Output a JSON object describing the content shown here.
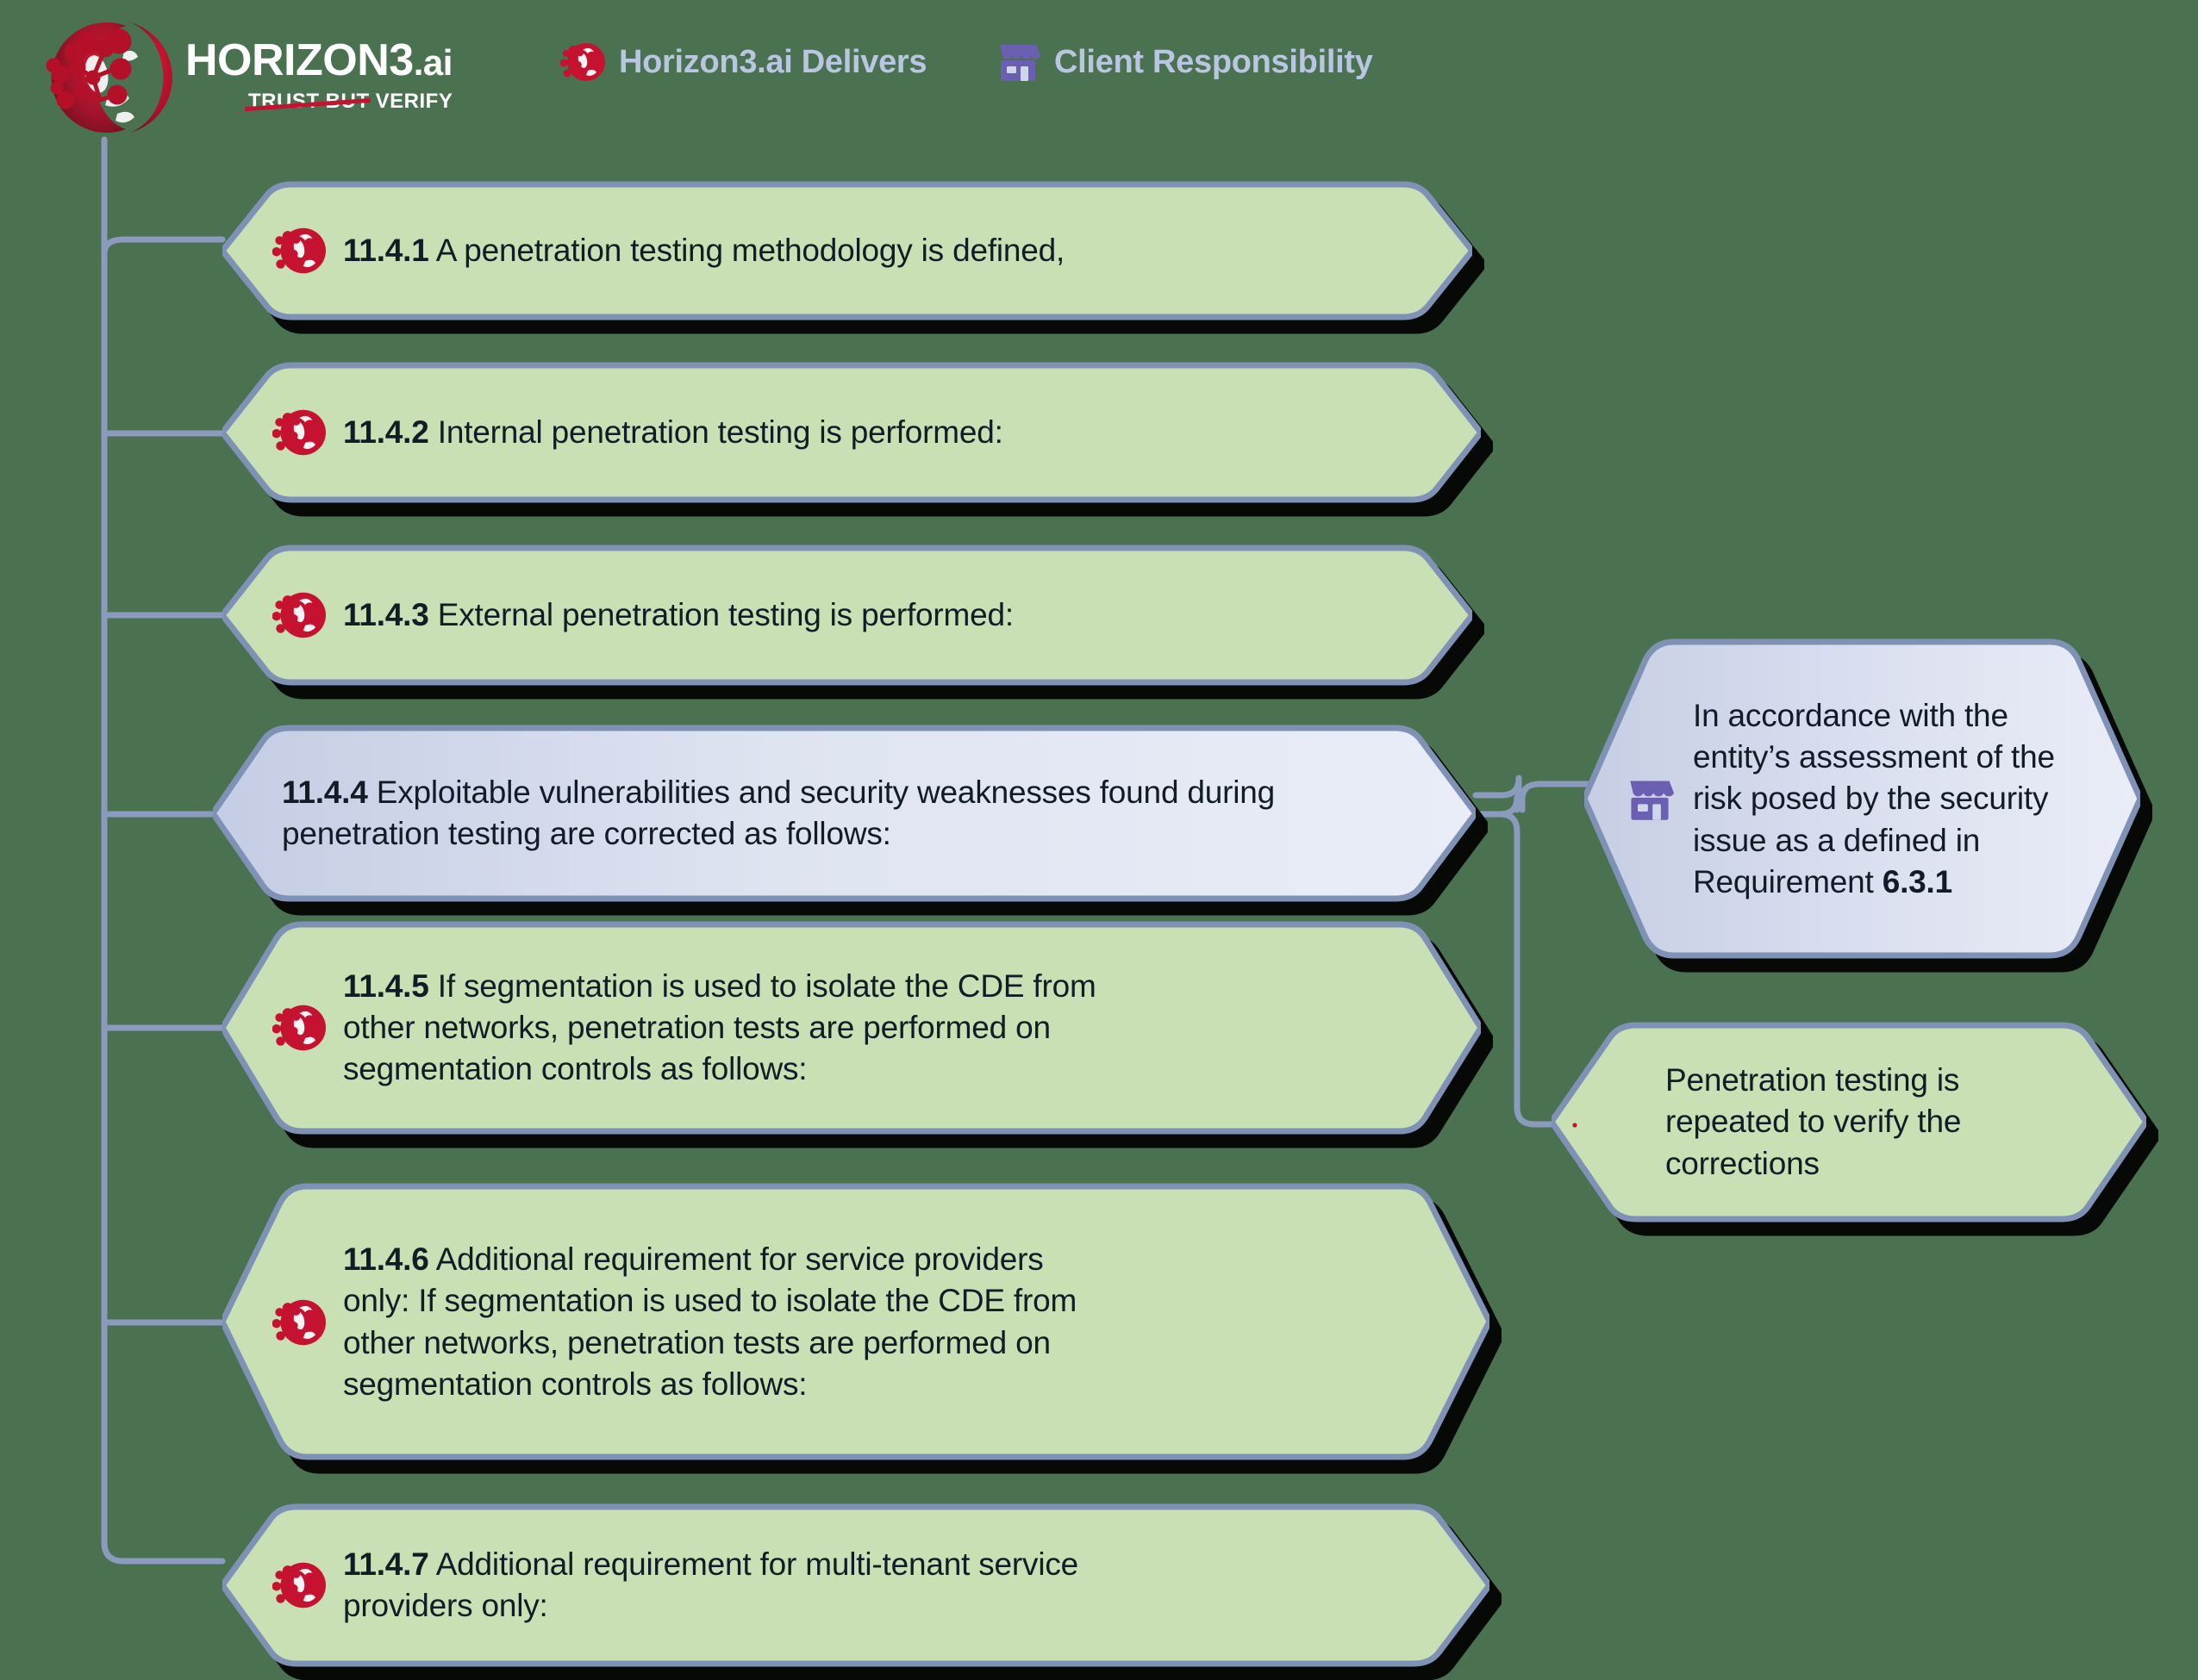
{
  "brand": {
    "logo_name": "HORIZON3",
    "logo_suffix": ".ai",
    "tagline_struck": "TRUST BUT",
    "tagline_rest": "VERIFY",
    "logo_icon": "horizon3-bug-icon"
  },
  "legend": [
    {
      "id": "delivers",
      "label": "Horizon3.ai Delivers",
      "icon": "horizon3-bug-icon",
      "color": "#b9c6e2"
    },
    {
      "id": "client",
      "label": "Client Responsibility",
      "icon": "storefront-icon",
      "color": "#b9c6e2"
    }
  ],
  "colors": {
    "background": "#4a7150",
    "green_fill": "#c8e0b4",
    "blue_fill": "#dde2ef",
    "stroke": "#7f92b5",
    "shadow": "#000000",
    "text": "#111c26",
    "accent_red": "#c41230",
    "accent_purple": "#6a5fb0",
    "legend_text": "#b9c6e2"
  },
  "requirements": [
    {
      "id": "11.4.1",
      "number": "11.4.1",
      "text": "A penetration testing methodology is defined,",
      "owner": "delivers",
      "icon": "horizon3-bug-icon",
      "fill": "green"
    },
    {
      "id": "11.4.2",
      "number": "11.4.2",
      "text": "Internal penetration testing is performed:",
      "owner": "delivers",
      "icon": "horizon3-bug-icon",
      "fill": "green"
    },
    {
      "id": "11.4.3",
      "number": "11.4.3",
      "text": "External penetration testing is performed:",
      "owner": "delivers",
      "icon": "horizon3-bug-icon",
      "fill": "green"
    },
    {
      "id": "11.4.4",
      "number": "11.4.4",
      "text": "Exploitable vulnerabilities and security weaknesses found during penetration testing are corrected as follows:",
      "owner": "client",
      "icon": "none",
      "fill": "blue"
    },
    {
      "id": "11.4.5",
      "number": "11.4.5",
      "text": "If segmentation is used to isolate the CDE from other networks, penetration tests are performed on segmentation controls as follows:",
      "owner": "delivers",
      "icon": "horizon3-bug-icon",
      "fill": "green"
    },
    {
      "id": "11.4.6",
      "number": "11.4.6",
      "text": "Additional requirement for service providers only: If segmentation is used to isolate the CDE from other networks, penetration tests are performed on segmentation controls as follows:",
      "owner": "delivers",
      "icon": "horizon3-bug-icon",
      "fill": "green"
    },
    {
      "id": "11.4.7",
      "number": "11.4.7",
      "text": "Additional requirement for multi-tenant service providers only:",
      "owner": "delivers",
      "icon": "horizon3-bug-icon",
      "fill": "green"
    }
  ],
  "sub_requirements": [
    {
      "id": "11.4.4-a",
      "parent": "11.4.4",
      "text_lead": "In accordance with the entity’s assessment of the risk posed by the security issue as a defined in Requirement ",
      "text_bold": "6.3.1",
      "owner": "client",
      "icon": "storefront-icon",
      "fill": "blue"
    },
    {
      "id": "11.4.4-b",
      "parent": "11.4.4",
      "text_lead": "Penetration testing is repeated to verify the corrections",
      "text_bold": "",
      "owner": "delivers",
      "icon": "none",
      "fill": "green"
    }
  ]
}
